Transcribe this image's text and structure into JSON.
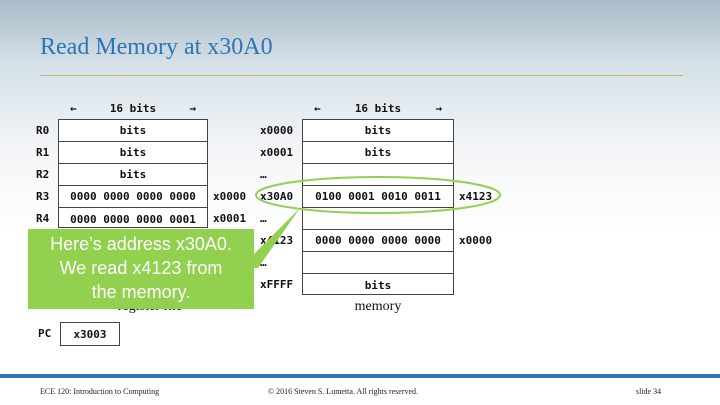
{
  "slide": {
    "title": "Read Memory at x30A0",
    "footer_left": "ECE 120: Introduction to Computing",
    "footer_center": "© 2016 Steven S. Lumetta.  All rights reserved.",
    "footer_right": "slide 34"
  },
  "register_file": {
    "width_label": "16 bits",
    "arrow_left": "←",
    "arrow_right": "→",
    "caption": "register file",
    "rows": [
      {
        "name": "R0",
        "content": "bits",
        "side": ""
      },
      {
        "name": "R1",
        "content": "bits",
        "side": ""
      },
      {
        "name": "R2",
        "content": "bits",
        "side": ""
      },
      {
        "name": "R3",
        "content": "0000 0000 0000 0000",
        "side": "x0000"
      },
      {
        "name": "R4",
        "content": "0000 0000 0000 0001",
        "side": "x0001"
      }
    ]
  },
  "memory": {
    "width_label": "16 bits",
    "arrow_left": "←",
    "arrow_right": "→",
    "caption": "memory",
    "rows": [
      {
        "addr": "x0000",
        "content": "bits",
        "side": ""
      },
      {
        "addr": "x0001",
        "content": "bits",
        "side": ""
      },
      {
        "addr": "…",
        "content": "",
        "side": ""
      },
      {
        "addr": "x30A0",
        "content": "0100 0001 0010 0011",
        "side": "x4123"
      },
      {
        "addr": "…",
        "content": "",
        "side": ""
      },
      {
        "addr": "x4123",
        "content": "0000 0000 0000 0000",
        "side": "x0000"
      },
      {
        "addr": "…",
        "content": "",
        "side": ""
      },
      {
        "addr": "xFFFF",
        "content": "bits",
        "side": ""
      }
    ]
  },
  "pc": {
    "label": "PC",
    "value": "x3003"
  },
  "callout": {
    "line1": "Here’s address x30A0.",
    "line2": "We read x4123 from",
    "line3": "the memory."
  },
  "colors": {
    "title": "#2f74b5",
    "callout": "#92d050",
    "highlight": "#92d050",
    "footer_bar": "#2f74b5"
  }
}
